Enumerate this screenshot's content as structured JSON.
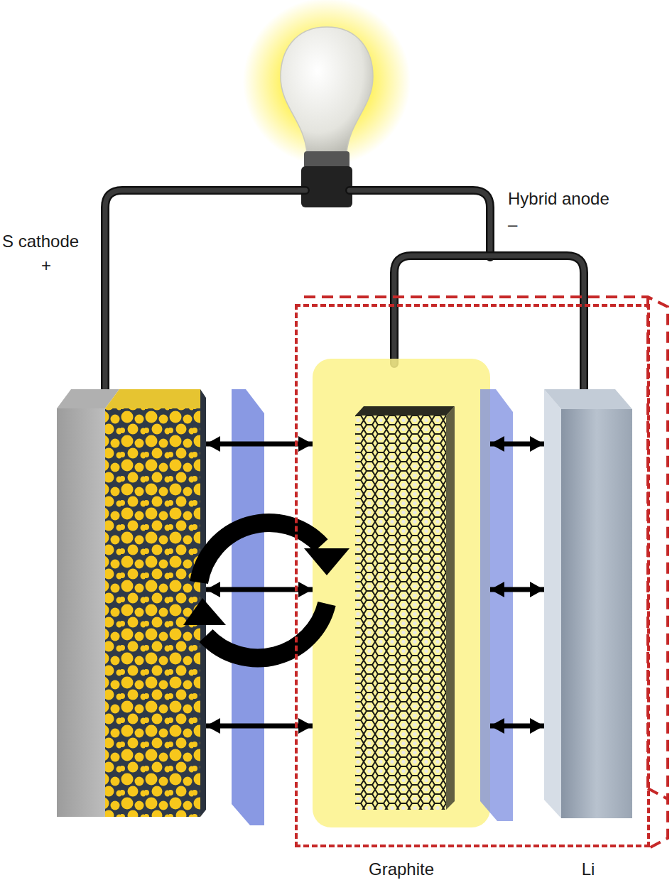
{
  "diagram": {
    "nodes": [
      {
        "text": [
          "S cathode",
          "+"
        ]
      },
      {
        "text": [
          "Hybrid anode",
          "–"
        ]
      },
      {
        "text": [
          "Graphite"
        ],
        "in": 1
      },
      {
        "text": [
          "Li"
        ],
        "in": 1
      }
    ],
    "edges": [
      {
        "from": 0,
        "to": 2,
        "arrow": "both"
      },
      {
        "from": 0,
        "to": 2,
        "arrow": "both"
      },
      {
        "from": 0,
        "to": 2,
        "arrow": "both"
      },
      {
        "from": 2,
        "to": 3,
        "arrow": "both"
      },
      {
        "from": 2,
        "to": 3,
        "arrow": "both"
      },
      {
        "from": 2,
        "to": 3,
        "arrow": "both"
      }
    ]
  }
}
